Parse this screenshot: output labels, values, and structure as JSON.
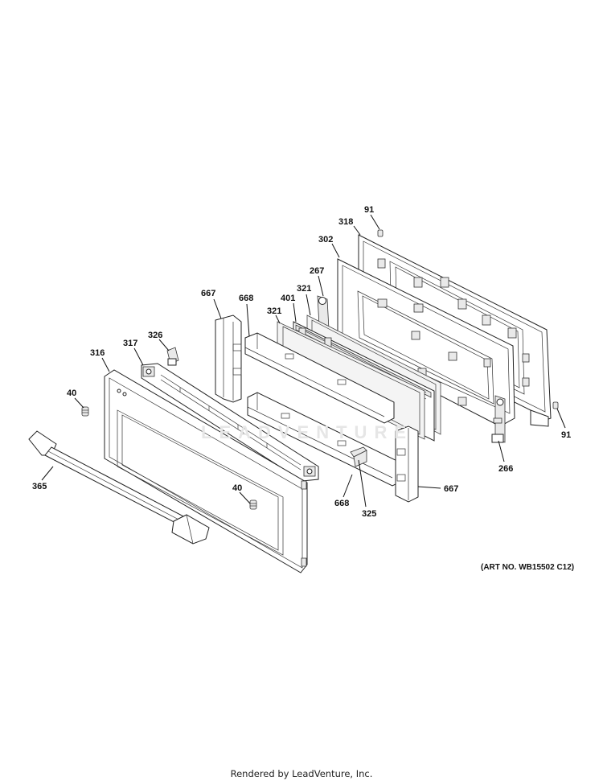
{
  "parts": [
    {
      "id": "91a",
      "label": "91"
    },
    {
      "id": "318",
      "label": "318"
    },
    {
      "id": "302",
      "label": "302"
    },
    {
      "id": "267",
      "label": "267"
    },
    {
      "id": "321a",
      "label": "321"
    },
    {
      "id": "401",
      "label": "401"
    },
    {
      "id": "321b",
      "label": "321"
    },
    {
      "id": "667a",
      "label": "667"
    },
    {
      "id": "668a",
      "label": "668"
    },
    {
      "id": "326",
      "label": "326"
    },
    {
      "id": "317",
      "label": "317"
    },
    {
      "id": "316",
      "label": "316"
    },
    {
      "id": "40a",
      "label": "40"
    },
    {
      "id": "365",
      "label": "365"
    },
    {
      "id": "40b",
      "label": "40"
    },
    {
      "id": "668b",
      "label": "668"
    },
    {
      "id": "325",
      "label": "325"
    },
    {
      "id": "667b",
      "label": "667"
    },
    {
      "id": "266",
      "label": "266"
    },
    {
      "id": "91b",
      "label": "91"
    }
  ],
  "art_number": "(ART NO. WB15502 C12)",
  "watermark": "LEADVENTURE",
  "footer": "Rendered by LeadVenture, Inc."
}
